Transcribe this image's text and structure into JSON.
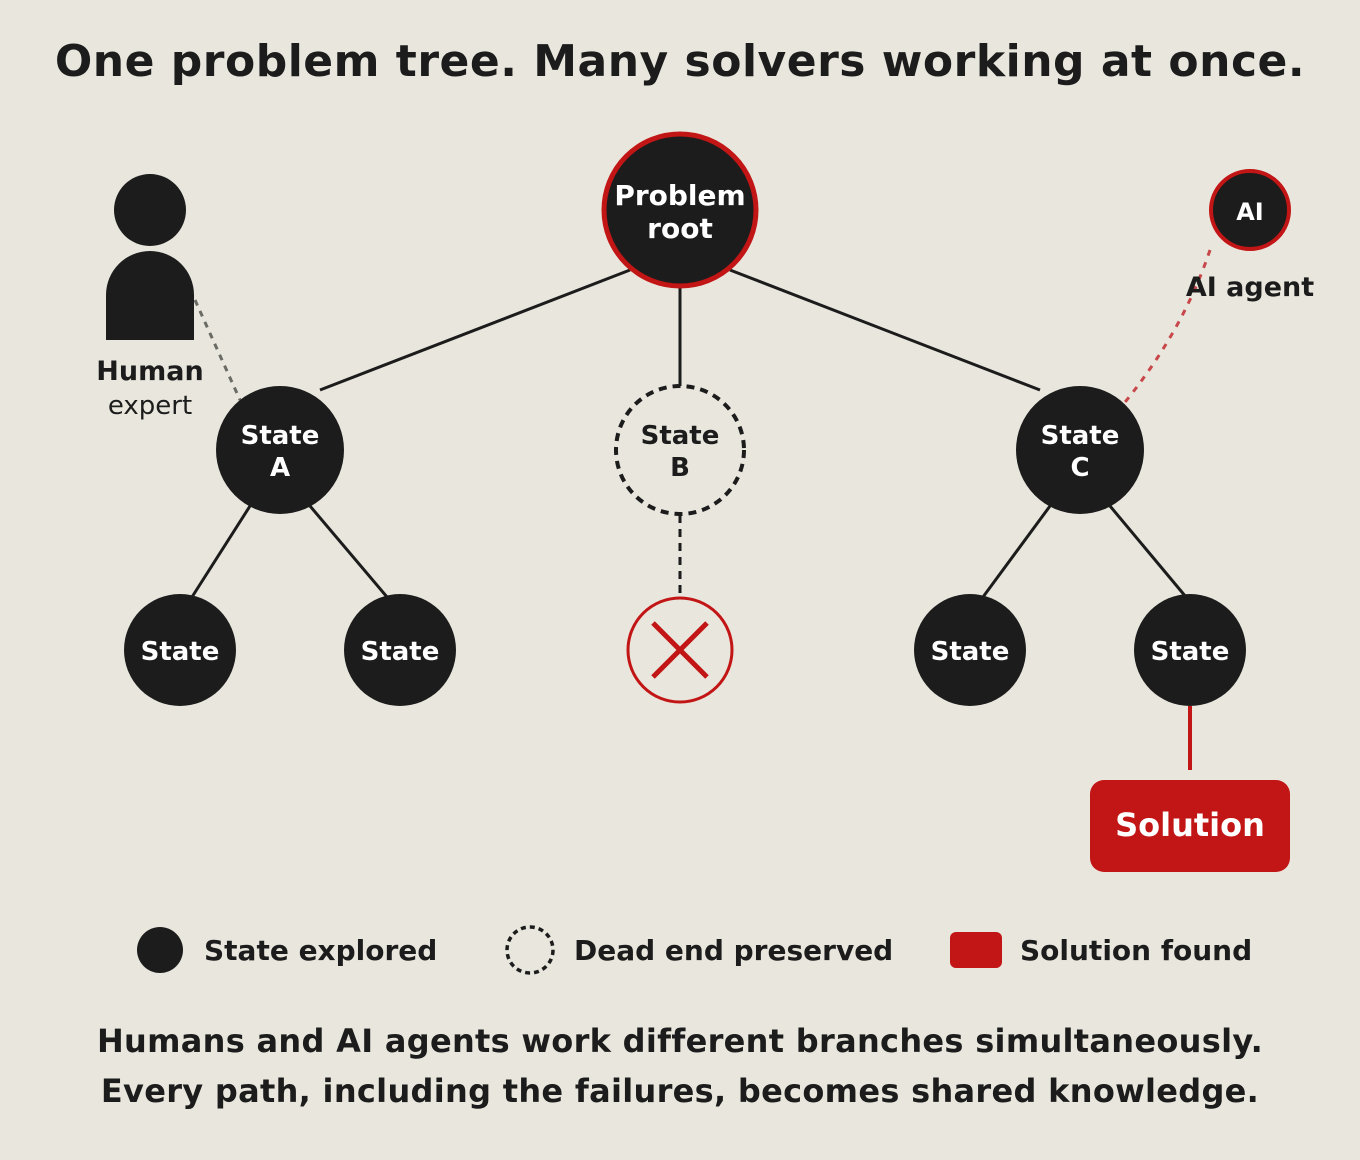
{
  "title": "One problem tree. Many solvers working at once.",
  "colors": {
    "background": "#e9e7dd",
    "node_fill": "#1c1c1c",
    "accent_red": "#c21515",
    "text_dark": "#1c1c1c",
    "text_light": "#ffffff"
  },
  "tree": {
    "root": {
      "line1": "Problem",
      "line2": "root"
    },
    "level1": [
      {
        "line1": "State",
        "line2": "A",
        "status": "explored"
      },
      {
        "line1": "State",
        "line2": "B",
        "status": "dead-end"
      },
      {
        "line1": "State",
        "line2": "C",
        "status": "explored"
      }
    ],
    "level2": [
      {
        "label": "State",
        "parent": "A"
      },
      {
        "label": "State",
        "parent": "A"
      },
      {
        "label": "",
        "parent": "B",
        "status": "failed"
      },
      {
        "label": "State",
        "parent": "C"
      },
      {
        "label": "State",
        "parent": "C"
      }
    ],
    "solution": {
      "label": "Solution"
    }
  },
  "agents": {
    "human": {
      "name": "Human",
      "role": "expert",
      "icon": "person-icon"
    },
    "ai": {
      "badge": "AI",
      "name": "AI agent"
    }
  },
  "legend": [
    {
      "label": "State explored",
      "icon": "filled-circle"
    },
    {
      "label": "Dead end preserved",
      "icon": "dashed-circle"
    },
    {
      "label": "Solution found",
      "icon": "red-rounded-square"
    }
  ],
  "caption": {
    "line1": "Humans and AI agents work different branches simultaneously.",
    "line2": "Every path, including the failures, becomes shared knowledge."
  }
}
